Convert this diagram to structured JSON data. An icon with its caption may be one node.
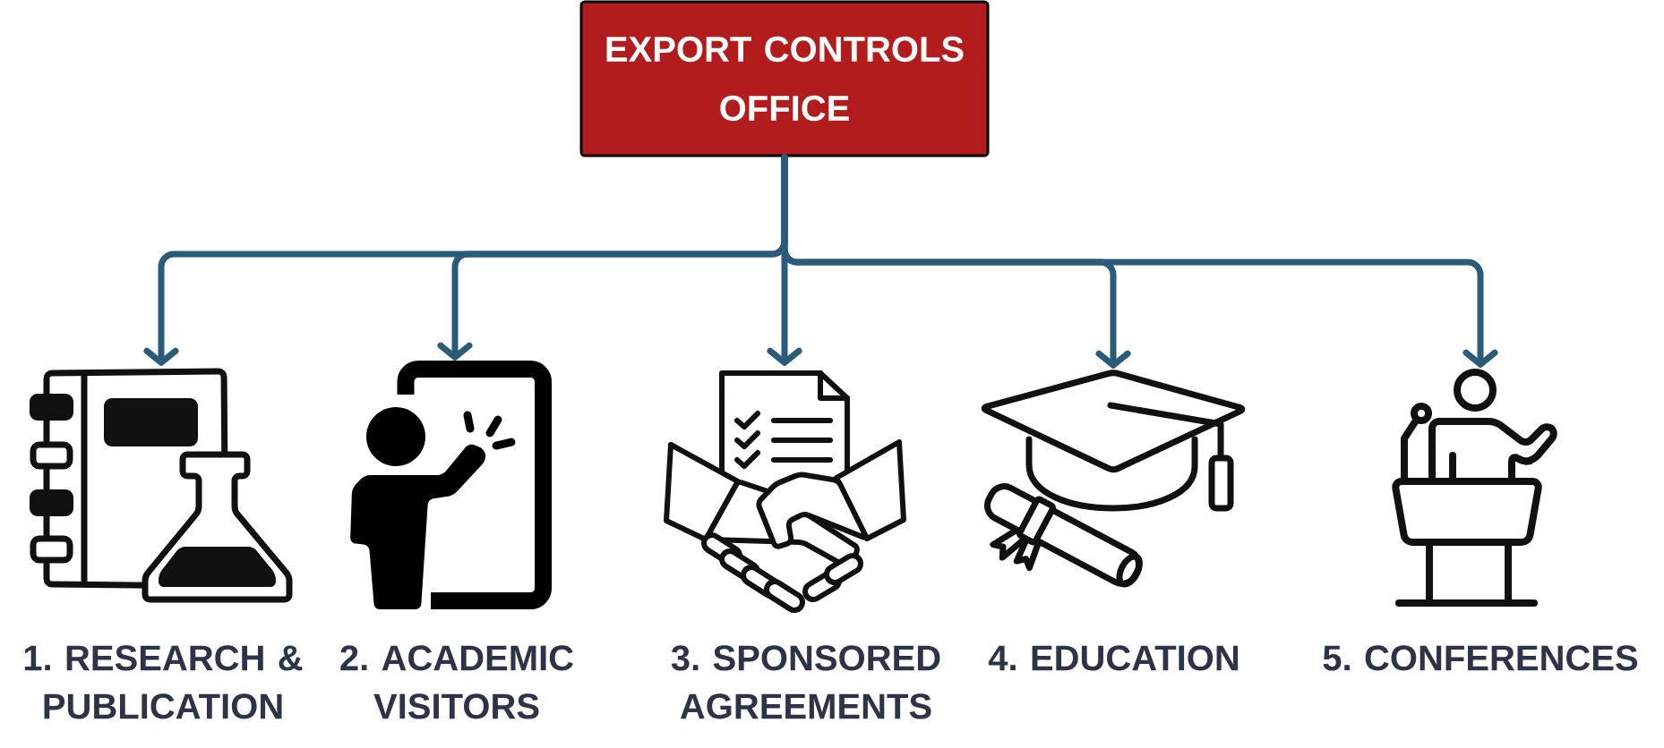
{
  "diagram": {
    "nodes": [
      {
        "text": [
          "EXPORT CONTROLS OFFICE"
        ]
      },
      {
        "text": [],
        "shape": "picture",
        "beside": [
          "1. RESEARCH & PUBLICATION"
        ]
      },
      {
        "text": [],
        "shape": "picture",
        "beside": [
          "2. ACADEMIC VISITORS"
        ]
      },
      {
        "text": [],
        "shape": "picture",
        "beside": [
          "3. SPONSORED AGREEMENTS"
        ]
      },
      {
        "text": [],
        "shape": "picture",
        "beside": [
          "4. EDUCATION"
        ]
      },
      {
        "text": [],
        "shape": "picture",
        "beside": [
          "5. CONFERENCES"
        ]
      }
    ],
    "edges": [
      {
        "from": 0,
        "to": 1,
        "arrow": "to"
      },
      {
        "from": 0,
        "to": 2,
        "arrow": "to"
      },
      {
        "from": 0,
        "to": 3,
        "arrow": "to"
      },
      {
        "from": 0,
        "to": 4,
        "arrow": "to"
      },
      {
        "from": 0,
        "to": 5,
        "arrow": "to"
      }
    ]
  }
}
